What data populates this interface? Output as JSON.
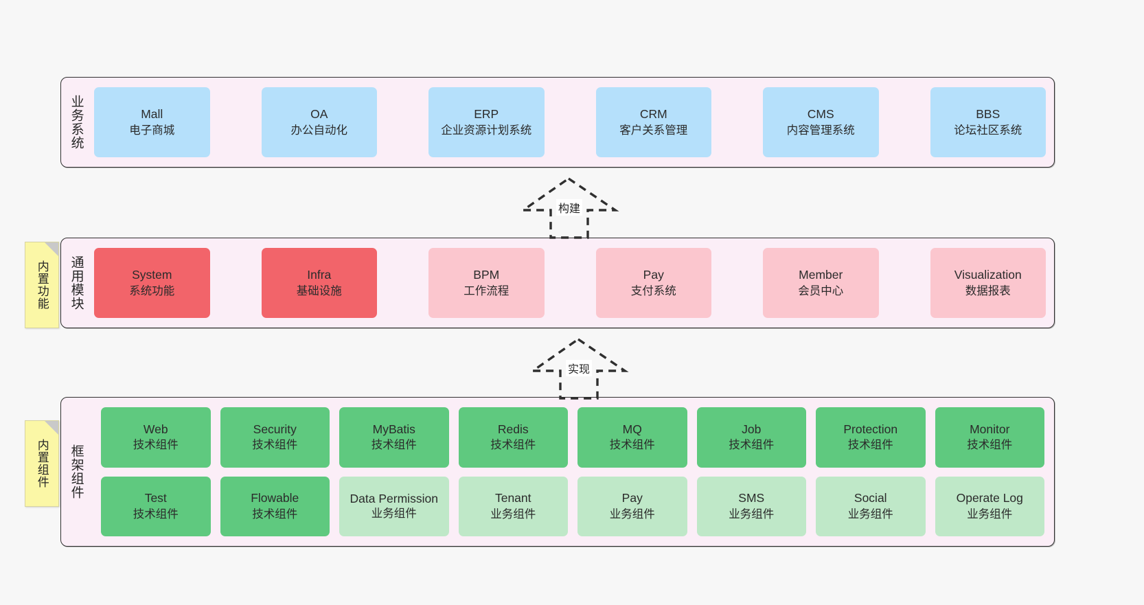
{
  "diagram": {
    "background": "#f7f7f7",
    "colors": {
      "layer_fill": "#fbeef7",
      "layer_border": "#2f2f2f",
      "business_card": "#b5e0fb",
      "module_core": "#f2646a",
      "module_other": "#fbc6ce",
      "framework_tech": "#5fc97f",
      "framework_biz": "#bfe8c8",
      "note_fill": "#fbf7a6",
      "note_fold": "#c9c9c9"
    }
  },
  "layers": [
    {
      "title": "业务系统",
      "cards": [
        {
          "en": "Mall",
          "cn": "电子商城"
        },
        {
          "en": "OA",
          "cn": "办公自动化"
        },
        {
          "en": "ERP",
          "cn": "企业资源计划系统"
        },
        {
          "en": "CRM",
          "cn": "客户关系管理"
        },
        {
          "en": "CMS",
          "cn": "内容管理系统"
        },
        {
          "en": "BBS",
          "cn": "论坛社区系统"
        }
      ]
    },
    {
      "title": "通用模块",
      "note": "内置功能",
      "cards": [
        {
          "en": "System",
          "cn": "系统功能"
        },
        {
          "en": "Infra",
          "cn": "基础设施"
        },
        {
          "en": "BPM",
          "cn": "工作流程"
        },
        {
          "en": "Pay",
          "cn": "支付系统"
        },
        {
          "en": "Member",
          "cn": "会员中心"
        },
        {
          "en": "Visualization",
          "cn": "数据报表"
        }
      ]
    },
    {
      "title": "框架组件",
      "note": "内置组件",
      "cards": [
        {
          "en": "Web",
          "cn": "技术组件"
        },
        {
          "en": "Security",
          "cn": "技术组件"
        },
        {
          "en": "MyBatis",
          "cn": "技术组件"
        },
        {
          "en": "Redis",
          "cn": "技术组件"
        },
        {
          "en": "MQ",
          "cn": "技术组件"
        },
        {
          "en": "Job",
          "cn": "技术组件"
        },
        {
          "en": "Protection",
          "cn": "技术组件"
        },
        {
          "en": "Monitor",
          "cn": "技术组件"
        },
        {
          "en": "Test",
          "cn": "技术组件"
        },
        {
          "en": "Flowable",
          "cn": "技术组件"
        },
        {
          "en": "Data Permission",
          "cn": "业务组件"
        },
        {
          "en": "Tenant",
          "cn": "业务组件"
        },
        {
          "en": "Pay",
          "cn": "业务组件"
        },
        {
          "en": "SMS",
          "cn": "业务组件"
        },
        {
          "en": "Social",
          "cn": "业务组件"
        },
        {
          "en": "Operate Log",
          "cn": "业务组件"
        }
      ]
    }
  ],
  "connectors": [
    {
      "label": "构建"
    },
    {
      "label": "实现"
    }
  ]
}
